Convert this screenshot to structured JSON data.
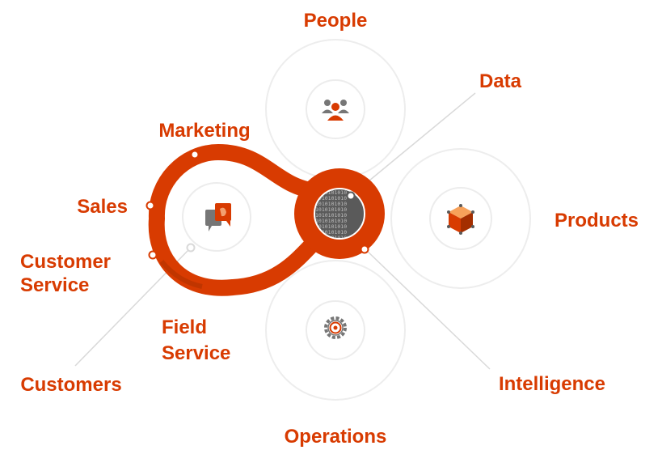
{
  "colors": {
    "accent": "#D83B01",
    "accent_dark": "#A42E00",
    "ring": "#EDEDED",
    "node_fill": "#FFFFFF",
    "connector": "#D9D9D9"
  },
  "labels": {
    "people": "People",
    "data": "Data",
    "marketing": "Marketing",
    "sales": "Sales",
    "customer_service_line1": "Customer",
    "customer_service_line2": "Service",
    "field_service_line1": "Field",
    "field_service_line2": "Service",
    "products": "Products",
    "customers": "Customers",
    "intelligence": "Intelligence",
    "operations": "Operations"
  },
  "icons": {
    "people": "people-icon",
    "chat": "chat-bubbles-icon",
    "data": "binary-data-icon",
    "products": "cube-icon",
    "operations": "gear-icon"
  },
  "data_texture": "1010101010"
}
